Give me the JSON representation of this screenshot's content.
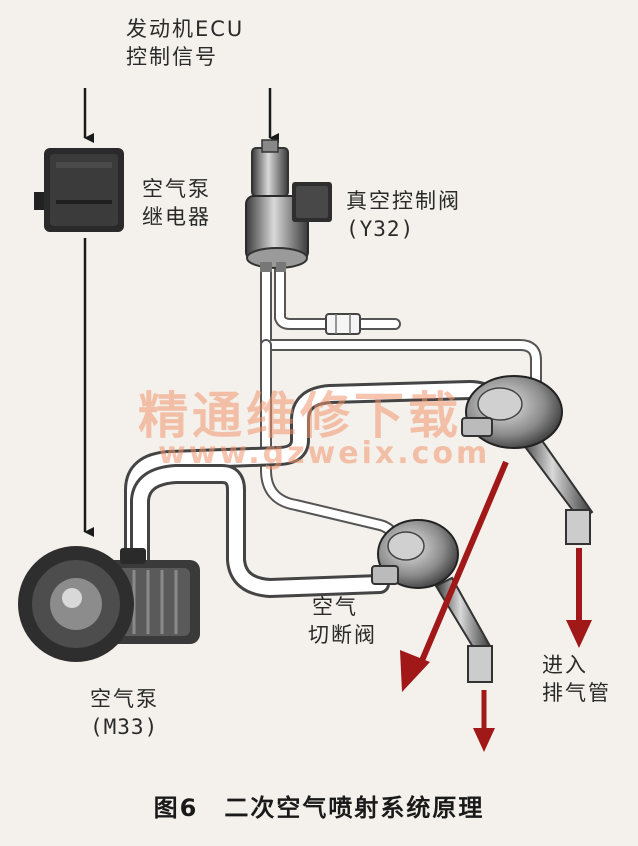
{
  "labels": {
    "ecu_signal_line1": "发动机ECU",
    "ecu_signal_line2": "控制信号",
    "relay_line1": "空气泵",
    "relay_line2": "继电器",
    "vacuum_valve_line1": "真空控制阀",
    "vacuum_valve_line2": "(Y32)",
    "cutoff_valve_line1": "空气",
    "cutoff_valve_line2": "切断阀",
    "exhaust_line1": "进入",
    "exhaust_line2": "排气管",
    "pump_line1": "空气泵",
    "pump_line2": "(M33)"
  },
  "watermark": {
    "text_cn": "精通维修下载",
    "text_url": "www.gzweix.com"
  },
  "caption": "图6　二次空气喷射系统原理",
  "colors": {
    "flow_arrow": "#a01818",
    "signal_arrow": "#1a1a1a",
    "hose_fill": "#ffffff",
    "hose_edge": "#555555",
    "component_dark": "#2e2e2e",
    "watermark": "#f0966e"
  }
}
